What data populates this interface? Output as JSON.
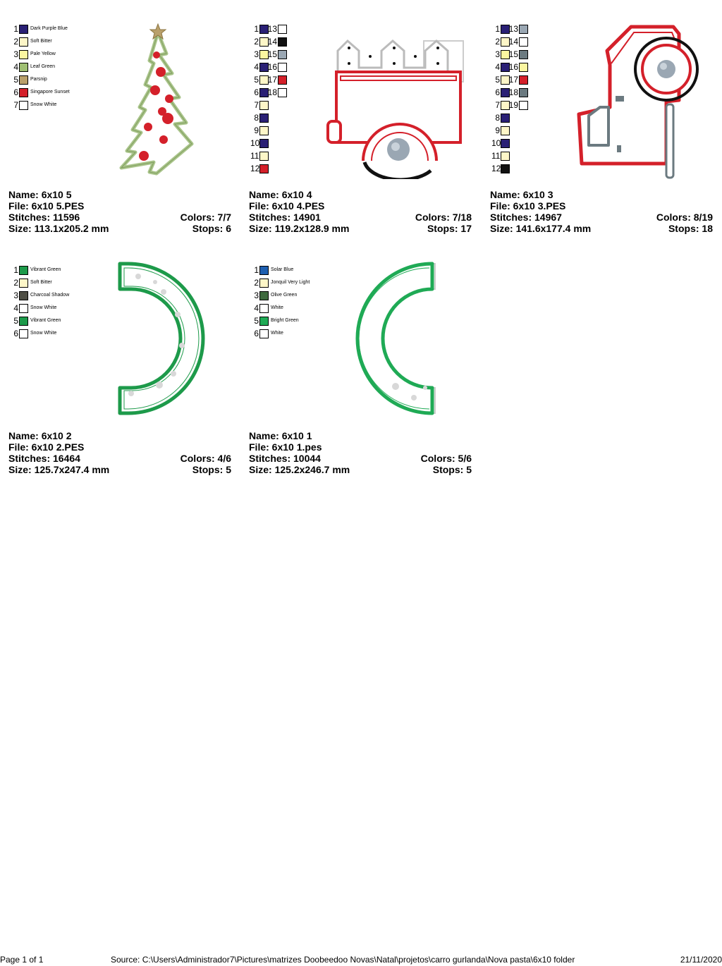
{
  "labels": {
    "name": "Name:",
    "file": "File:",
    "stitches": "Stitches:",
    "size": "Size:",
    "colors": "Colors:",
    "stops": "Stops:"
  },
  "designs": [
    {
      "name": "6x10 5",
      "file": "6x10 5.PES",
      "stitches": "11596",
      "size": "113.1x205.2 mm",
      "colors": "7/7",
      "stops": "6",
      "palette": [
        {
          "n": "1",
          "color": "#2a2075",
          "label": "Dark Purple Blue"
        },
        {
          "n": "2",
          "color": "#fdf6c8",
          "label": "Soft Bitter"
        },
        {
          "n": "3",
          "color": "#fbf6a0",
          "label": "Pale Yellow"
        },
        {
          "n": "4",
          "color": "#9fbf73",
          "label": "Leaf Green"
        },
        {
          "n": "5",
          "color": "#b9a06b",
          "label": "Parsnip"
        },
        {
          "n": "6",
          "color": "#d4202a",
          "label": "Singapore Sunset"
        },
        {
          "n": "7",
          "color": "#ffffff",
          "label": "Snow White"
        }
      ]
    },
    {
      "name": "6x10 4",
      "file": "6x10 4.PES",
      "stitches": "14901",
      "size": "119.2x128.9 mm",
      "colors": "7/18",
      "stops": "17",
      "palette": [
        {
          "n": "1",
          "color": "#2a2075"
        },
        {
          "n": "2",
          "color": "#fdf6c8"
        },
        {
          "n": "3",
          "color": "#fbf6a0"
        },
        {
          "n": "4",
          "color": "#2a2075"
        },
        {
          "n": "5",
          "color": "#fdf6c8"
        },
        {
          "n": "6",
          "color": "#2a2075"
        },
        {
          "n": "7",
          "color": "#fdf6c8"
        },
        {
          "n": "8",
          "color": "#2a2075"
        },
        {
          "n": "9",
          "color": "#fdf6c8"
        },
        {
          "n": "10",
          "color": "#2a2075"
        },
        {
          "n": "11",
          "color": "#fdf6c8"
        },
        {
          "n": "12",
          "color": "#d4202a"
        }
      ],
      "palette2": [
        {
          "n": "13",
          "color": "#ffffff"
        },
        {
          "n": "14",
          "color": "#111111"
        },
        {
          "n": "15",
          "color": "#9aa7b3"
        },
        {
          "n": "16",
          "color": "#ffffff"
        },
        {
          "n": "17",
          "color": "#d4202a"
        },
        {
          "n": "18",
          "color": "#ffffff"
        }
      ]
    },
    {
      "name": "6x10 3",
      "file": "6x10 3.PES",
      "stitches": "14967",
      "size": "141.6x177.4 mm",
      "colors": "8/19",
      "stops": "18",
      "palette": [
        {
          "n": "1",
          "color": "#2a2075"
        },
        {
          "n": "2",
          "color": "#fdf6c8"
        },
        {
          "n": "3",
          "color": "#fbf6a0"
        },
        {
          "n": "4",
          "color": "#2a2075"
        },
        {
          "n": "5",
          "color": "#fdf6c8"
        },
        {
          "n": "6",
          "color": "#2a2075"
        },
        {
          "n": "7",
          "color": "#fdf6c8"
        },
        {
          "n": "8",
          "color": "#2a2075"
        },
        {
          "n": "9",
          "color": "#fdf6c8"
        },
        {
          "n": "10",
          "color": "#2a2075"
        },
        {
          "n": "11",
          "color": "#fdf6c8"
        },
        {
          "n": "12",
          "color": "#111111"
        }
      ],
      "palette2": [
        {
          "n": "13",
          "color": "#9aa7b3"
        },
        {
          "n": "14",
          "color": "#ffffff"
        },
        {
          "n": "15",
          "color": "#6b7a80"
        },
        {
          "n": "16",
          "color": "#fbf6a0"
        },
        {
          "n": "17",
          "color": "#d4202a"
        },
        {
          "n": "18",
          "color": "#6b7a80"
        },
        {
          "n": "19",
          "color": "#ffffff"
        }
      ]
    },
    {
      "name": "6x10 2",
      "file": "6x10 2.PES",
      "stitches": "16464",
      "size": "125.7x247.4 mm",
      "colors": "4/6",
      "stops": "5",
      "palette": [
        {
          "n": "1",
          "color": "#1d9a4a",
          "label": "Vibrant Green"
        },
        {
          "n": "2",
          "color": "#fdf6c8",
          "label": "Soft Bitter"
        },
        {
          "n": "3",
          "color": "#4f4f45",
          "label": "Charcoal Shadow"
        },
        {
          "n": "4",
          "color": "#ffffff",
          "label": "Snow White"
        },
        {
          "n": "5",
          "color": "#1d9a4a",
          "label": "Vibrant Green"
        },
        {
          "n": "6",
          "color": "#ffffff",
          "label": "Snow White"
        }
      ]
    },
    {
      "name": "6x10 1",
      "file": "6x10 1.pes",
      "stitches": "10044",
      "size": "125.2x246.7 mm",
      "colors": "5/6",
      "stops": "5",
      "palette": [
        {
          "n": "1",
          "color": "#1e5fb0",
          "label": "Solar Blue"
        },
        {
          "n": "2",
          "color": "#fdf6c8",
          "label": "Jonquil Very Light"
        },
        {
          "n": "3",
          "color": "#3f6b3f",
          "label": "Olive Green"
        },
        {
          "n": "4",
          "color": "#ffffff",
          "label": "White"
        },
        {
          "n": "5",
          "color": "#1faa55",
          "label": "Bright Green"
        },
        {
          "n": "6",
          "color": "#ffffff",
          "label": "White"
        }
      ]
    }
  ],
  "footer": {
    "page": "Page 1 of 1",
    "source": "Source: C:\\Users\\Administrador7\\Pictures\\matrizes Doobeedoo Novas\\Natal\\projetos\\carro gurlanda\\Nova pasta\\6x10 folder",
    "date": "21/11/2020"
  }
}
